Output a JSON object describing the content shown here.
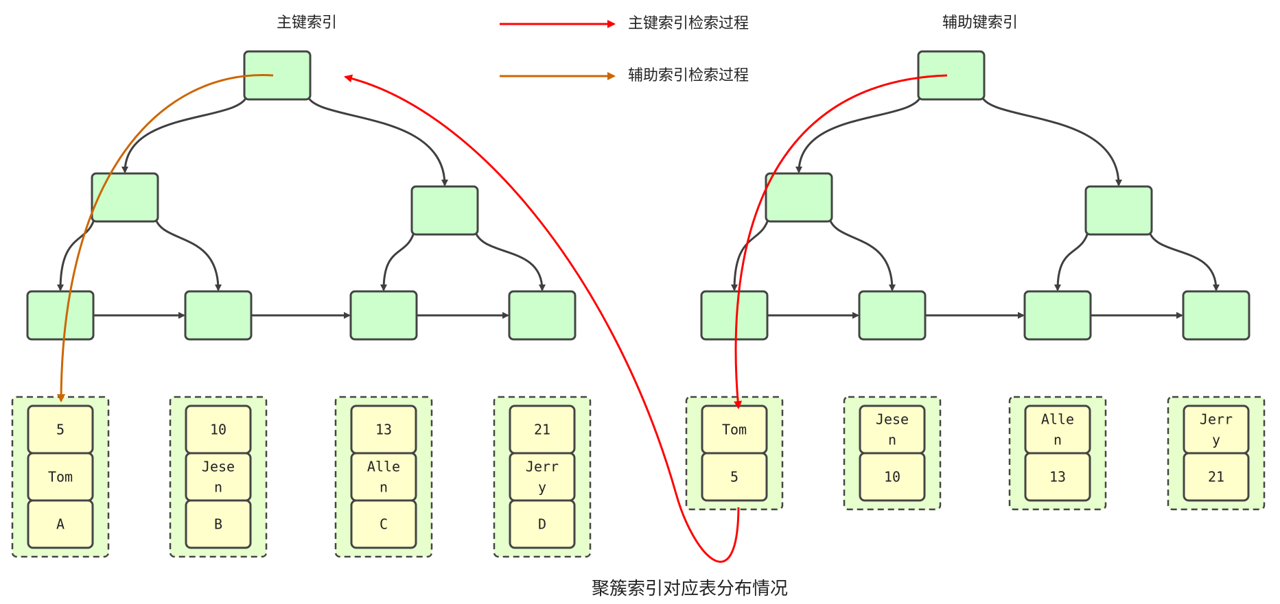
{
  "diagram": {
    "left_tree_title": "主键索引",
    "right_tree_title": "辅助键索引",
    "legend": {
      "primary_label": "主键索引检索过程",
      "primary_color": "#ff0000",
      "secondary_label": "辅助索引检索过程",
      "secondary_color": "#cc6600"
    },
    "caption": "聚簇索引对应表分布情况",
    "colors": {
      "node_fill": "#ccffcc",
      "record_fill": "#ffffcc",
      "group_fill": "#e6ffcc",
      "edge": "#3f3f3f"
    },
    "primary_records": [
      {
        "cells": [
          [
            "5"
          ],
          [
            "Tom"
          ],
          [
            "A"
          ]
        ]
      },
      {
        "cells": [
          [
            "10"
          ],
          [
            "Jese",
            "n"
          ],
          [
            "B"
          ]
        ]
      },
      {
        "cells": [
          [
            "13"
          ],
          [
            "Alle",
            "n"
          ],
          [
            "C"
          ]
        ]
      },
      {
        "cells": [
          [
            "21"
          ],
          [
            "Jerr",
            "y"
          ],
          [
            "D"
          ]
        ]
      }
    ],
    "secondary_records": [
      {
        "cells": [
          [
            "Tom"
          ],
          [
            "5"
          ]
        ]
      },
      {
        "cells": [
          [
            "Jese",
            "n"
          ],
          [
            "10"
          ]
        ]
      },
      {
        "cells": [
          [
            "Alle",
            "n"
          ],
          [
            "13"
          ]
        ]
      },
      {
        "cells": [
          [
            "Jerr",
            "y"
          ],
          [
            "21"
          ]
        ]
      }
    ]
  }
}
